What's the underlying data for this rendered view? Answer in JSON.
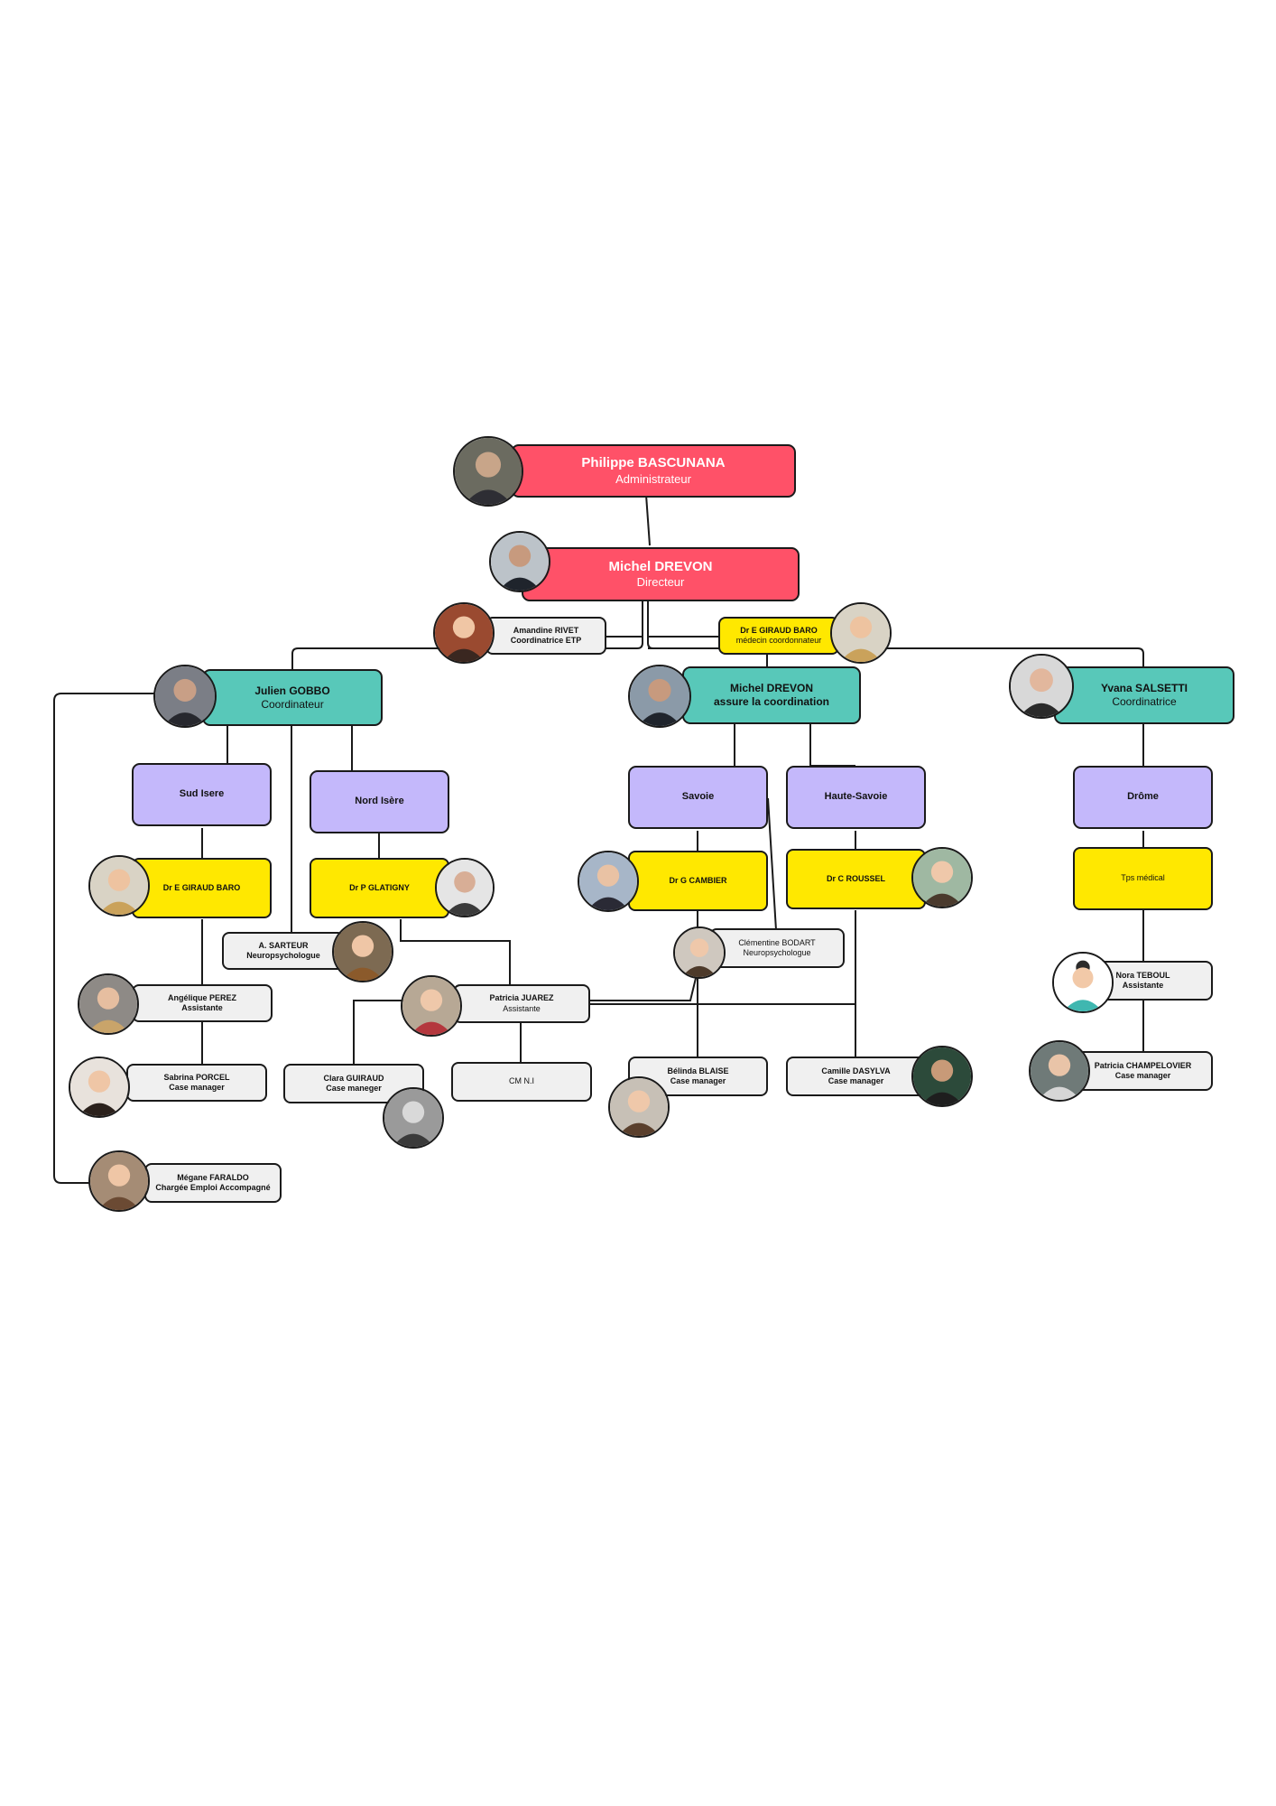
{
  "colors": {
    "admin": "#ff5168",
    "coordinator": "#58c8b9",
    "region": "#c4b8fb",
    "medical": "#ffe800",
    "staff": "#f0f0f0"
  },
  "nodes": {
    "bascunana": {
      "name": "Philippe BASCUNANA",
      "role": "Administrateur"
    },
    "drevon": {
      "name": "Michel DREVON",
      "role": "Directeur"
    },
    "rivet": {
      "name": "Amandine RIVET",
      "role": "Coordinatrice ETP"
    },
    "giraud_top": {
      "name": "Dr E GIRAUD BARO",
      "role": "médecin coordonnateur"
    },
    "gobbo": {
      "name": "Julien GOBBO",
      "role": "Coordinateur"
    },
    "drevon_coord": {
      "name": "Michel DREVON",
      "role": "assure la coordination"
    },
    "salsetti": {
      "name": "Yvana SALSETTI",
      "role": "Coordinatrice"
    },
    "sud_isere": {
      "name": "Sud Isere"
    },
    "nord_isere": {
      "name": "Nord Isère"
    },
    "savoie": {
      "name": "Savoie"
    },
    "haute_savoie": {
      "name": "Haute-Savoie"
    },
    "drome": {
      "name": "Drôme"
    },
    "giraud_sud": {
      "name": "Dr E GIRAUD BARO"
    },
    "glatigny": {
      "name": "Dr P GLATIGNY"
    },
    "cambier": {
      "name": "Dr G CAMBIER"
    },
    "roussel": {
      "name": "Dr C ROUSSEL"
    },
    "tps_medical": {
      "name": "Tps médical"
    },
    "sarteur": {
      "name": "A. SARTEUR",
      "role": "Neuropsychologue"
    },
    "bodart": {
      "name": "Clémentine BODART",
      "role": "Neuropsychologue"
    },
    "perez": {
      "name": "Angélique PEREZ",
      "role": "Assistante"
    },
    "juarez": {
      "name": "Patricia JUAREZ",
      "role": "Assistante"
    },
    "teboul": {
      "name": "Nora TEBOUL",
      "role": "Assistante"
    },
    "porcel": {
      "name": "Sabrina PORCEL",
      "role": "Case manager"
    },
    "guiraud": {
      "name": "Clara GUIRAUD",
      "role": "Case maneger"
    },
    "cmni": {
      "name": "CM N.I"
    },
    "blaise": {
      "name": "Bélinda BLAISE",
      "role": "Case manager"
    },
    "dasylva": {
      "name": "Camille DASYLVA",
      "role": "Case manager"
    },
    "champelovier": {
      "name": "Patricia CHAMPELOVIER",
      "role": "Case manager"
    },
    "faraldo": {
      "name": "Mégane FARALDO",
      "role": "Chargée Emploi Accompagné"
    }
  }
}
